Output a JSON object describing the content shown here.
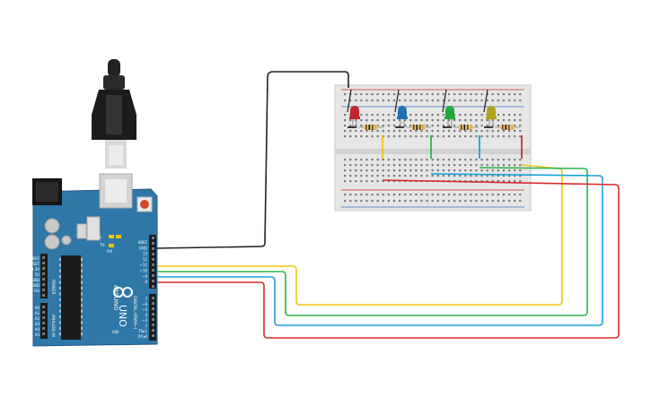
{
  "board": {
    "logo_text": "ARDUINO",
    "model_text": "UNO",
    "power_header_label": "POWER",
    "power_pins": [
      "IOREF",
      "RESET",
      "3.3V",
      "5V",
      "GND",
      "GND",
      "Vin"
    ],
    "analog_header_label": "ANALOG IN",
    "analog_pins": [
      "A0",
      "A1",
      "A2",
      "A3",
      "A4",
      "A5"
    ],
    "digital_header_label": "DIGITAL (PWM~)",
    "digital_top_pins": [
      "AREF",
      "GND",
      "13",
      "12",
      "~11",
      "~10",
      "~9",
      "8"
    ],
    "digital_bottom_pins": [
      "7",
      "~6",
      "~5",
      "4",
      "~3",
      "2",
      "TX▸1",
      "RX◂0"
    ],
    "led_labels": [
      "L",
      "TX",
      "RX"
    ],
    "on_label": "ON"
  },
  "leds": [
    {
      "color_name": "red",
      "color": "#c3272b"
    },
    {
      "color_name": "blue",
      "color": "#1f74b6"
    },
    {
      "color_name": "green",
      "color": "#22a83a"
    },
    {
      "color_name": "yellow",
      "color": "#b3a21c"
    }
  ],
  "wires": [
    {
      "name": "gnd",
      "color": "#222222"
    },
    {
      "name": "pin-11",
      "color": "#f0c419"
    },
    {
      "name": "pin-10",
      "color": "#2db34a"
    },
    {
      "name": "pin-9",
      "color": "#1aa0d8"
    },
    {
      "name": "pin-8",
      "color": "#d62b2b"
    }
  ],
  "colors": {
    "board": "#2f77a7",
    "board_dark": "#1f5a85",
    "breadboard": "#e6e6e6",
    "rail_red": "#d62b2b",
    "rail_blue": "#3a6fb8"
  }
}
